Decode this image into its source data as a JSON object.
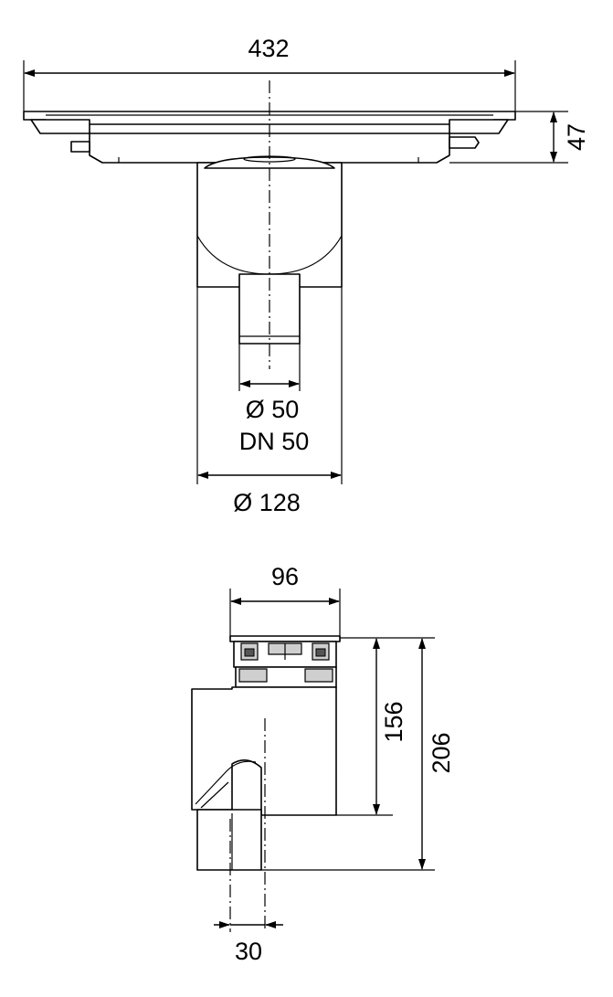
{
  "top_view": {
    "width_label": "432",
    "height_label": "47",
    "outlet_diameter_label": "Ø 50",
    "outlet_dn_label": "DN 50",
    "body_diameter_label": "Ø 128"
  },
  "side_view": {
    "width_label": "96",
    "depth_label": "156",
    "total_height_label": "206",
    "offset_label": "30"
  }
}
